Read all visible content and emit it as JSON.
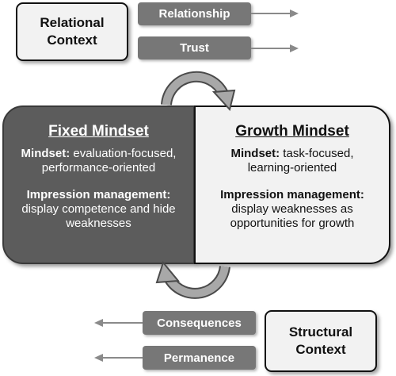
{
  "relational_context": {
    "line1": "Relational",
    "line2": "Context"
  },
  "structural_context": {
    "line1": "Structural",
    "line2": "Context"
  },
  "top_factors": [
    "Relationship",
    "Trust"
  ],
  "bottom_factors": [
    "Consequences",
    "Permanence"
  ],
  "fixed_mindset": {
    "title": "Fixed Mindset",
    "mindset_label": "Mindset:",
    "mindset_line1": " evaluation-focused,",
    "mindset_line2": "performance-oriented",
    "impression_label": "Impression management:",
    "impression_line1": "display competence and hide",
    "impression_line2": "weaknesses"
  },
  "growth_mindset": {
    "title": "Growth Mindset",
    "mindset_label": "Mindset:",
    "mindset_line1": " task-focused,",
    "mindset_line2": "learning-oriented",
    "impression_label": "Impression management:",
    "impression_line1": "display weaknesses as",
    "impression_line2": "opportunities for growth"
  },
  "colors": {
    "dark_box": "#5c5c5c",
    "light_box": "#f2f2f2",
    "pill": "#777777",
    "arrow": "#8a8a8a"
  }
}
